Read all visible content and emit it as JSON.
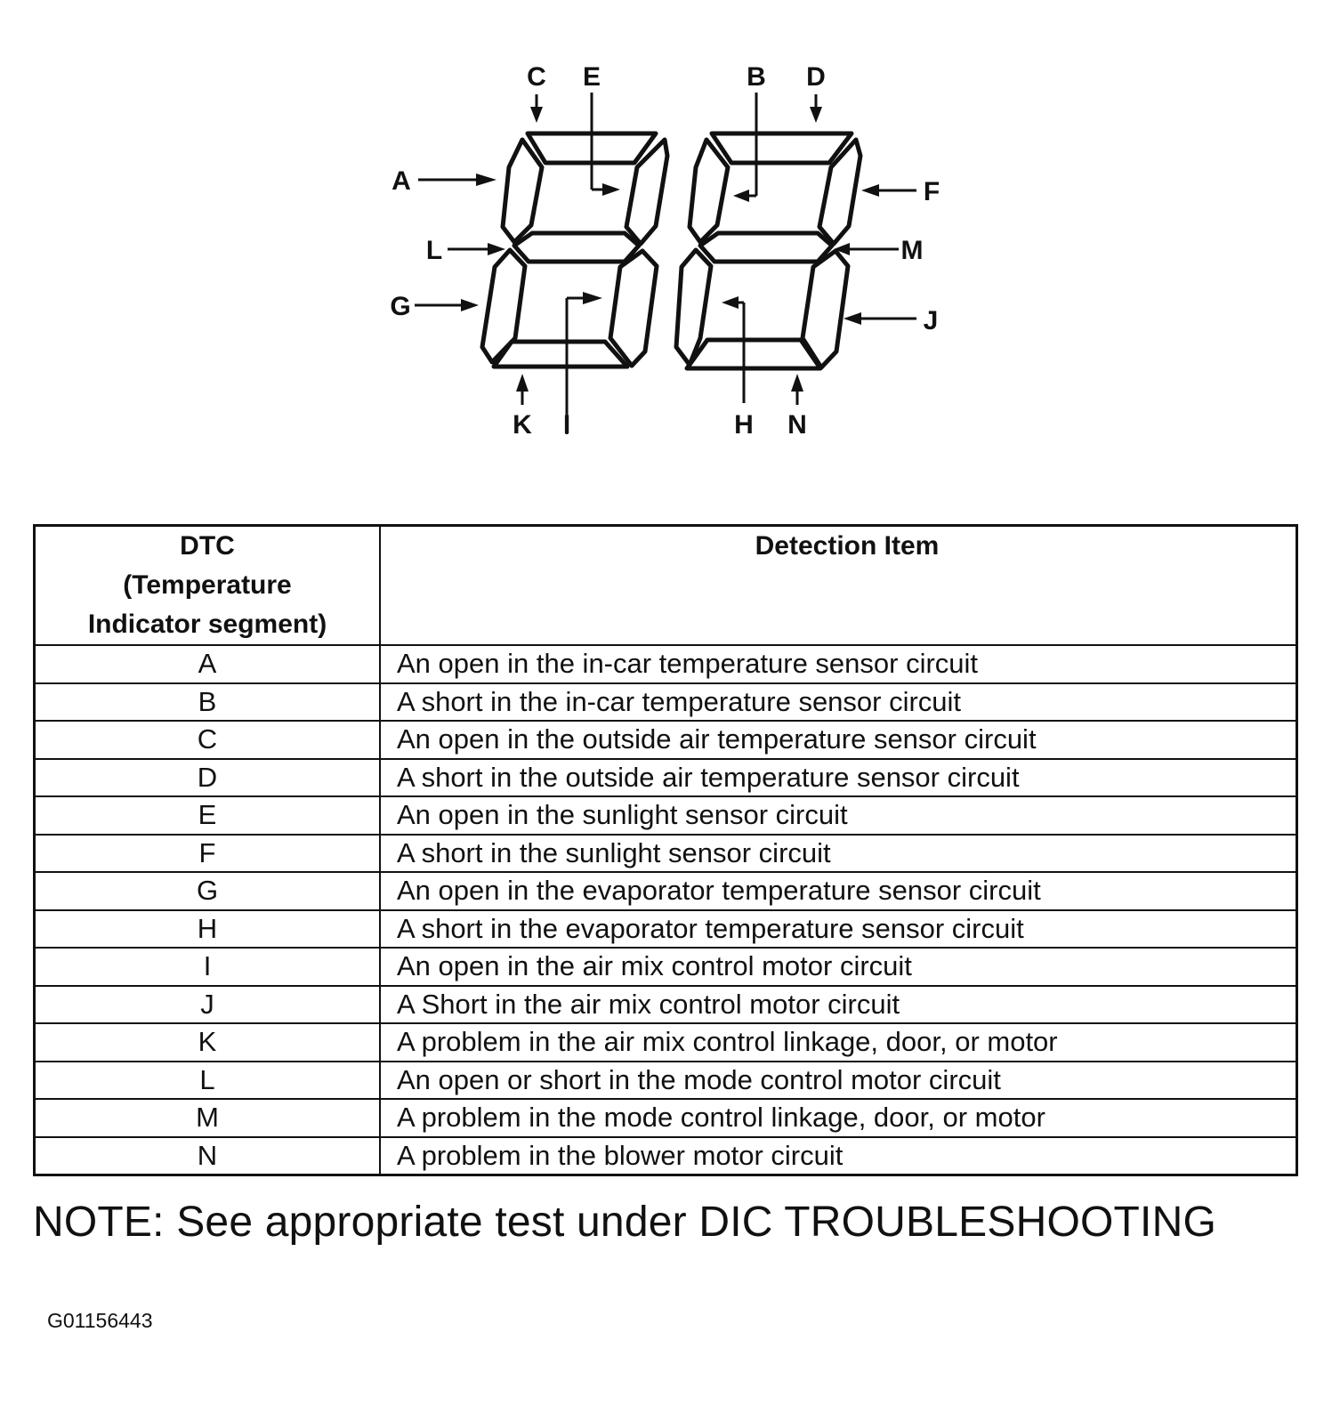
{
  "diagram": {
    "callouts": [
      {
        "id": "C",
        "label": "C"
      },
      {
        "id": "E",
        "label": "E"
      },
      {
        "id": "B",
        "label": "B"
      },
      {
        "id": "D",
        "label": "D"
      },
      {
        "id": "A",
        "label": "A"
      },
      {
        "id": "F",
        "label": "F"
      },
      {
        "id": "L",
        "label": "L"
      },
      {
        "id": "M",
        "label": "M"
      },
      {
        "id": "G",
        "label": "G"
      },
      {
        "id": "J",
        "label": "J"
      },
      {
        "id": "K",
        "label": "K"
      },
      {
        "id": "I",
        "label": "I"
      },
      {
        "id": "H",
        "label": "H"
      },
      {
        "id": "N",
        "label": "N"
      }
    ]
  },
  "table": {
    "header": {
      "code_lines": [
        "DTC",
        "(Temperature",
        "Indicator segment)"
      ],
      "description": "Detection Item"
    },
    "rows": [
      {
        "code": "A",
        "description": "An open in the in-car temperature sensor circuit"
      },
      {
        "code": "B",
        "description": "A short in the in-car temperature sensor circuit"
      },
      {
        "code": "C",
        "description": "An open in the outside air temperature sensor circuit"
      },
      {
        "code": "D",
        "description": "A short in the outside air temperature sensor circuit"
      },
      {
        "code": "E",
        "description": "An open in the sunlight sensor circuit"
      },
      {
        "code": "F",
        "description": "A short in the sunlight sensor circuit"
      },
      {
        "code": "G",
        "description": "An open in the evaporator temperature sensor circuit"
      },
      {
        "code": "H",
        "description": "A short in the evaporator temperature sensor circuit"
      },
      {
        "code": "I",
        "description": "An open in the air mix control motor circuit"
      },
      {
        "code": "J",
        "description": "A Short in the air mix control motor circuit"
      },
      {
        "code": "K",
        "description": "A problem in the air mix control linkage, door, or motor"
      },
      {
        "code": "L",
        "description": "An open or short in the mode control motor circuit"
      },
      {
        "code": "M",
        "description": "A problem in the mode control linkage, door, or motor"
      },
      {
        "code": "N",
        "description": "A problem in the blower motor circuit"
      }
    ]
  },
  "note": "NOTE: See appropriate test under DIC TROUBLESHOOTING",
  "figure_id": "G01156443"
}
